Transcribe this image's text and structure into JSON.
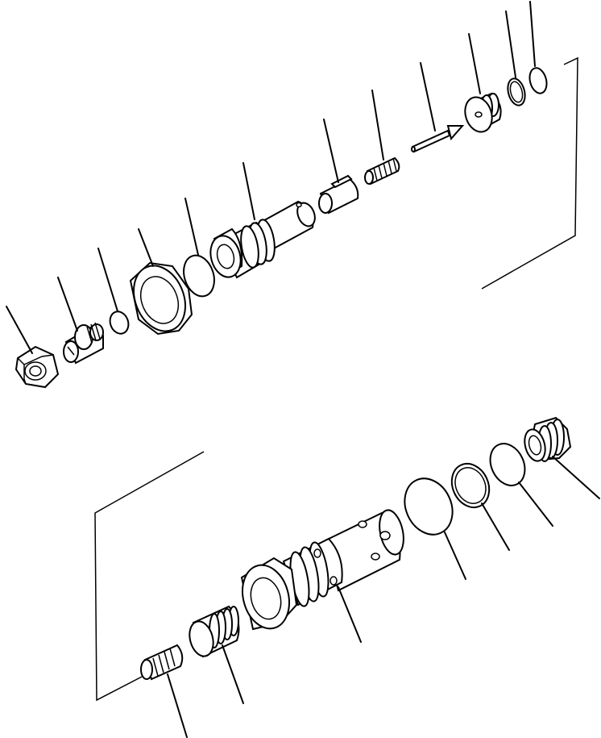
{
  "diagram": {
    "kind": "exploded parts drawing",
    "line_color": "#000000",
    "background": "#ffffff",
    "upper_assembly": {
      "parts": [
        "hex-nut",
        "adjust-screw",
        "o-ring-small",
        "lock-nut",
        "o-ring",
        "valve-body",
        "piston",
        "spring",
        "pin",
        "plug",
        "backup-ring",
        "o-ring-end"
      ]
    },
    "lower_assembly": {
      "parts": [
        "spring",
        "plug",
        "cartridge-body",
        "o-ring-large",
        "backup-ring",
        "o-ring",
        "end-plug"
      ]
    }
  }
}
